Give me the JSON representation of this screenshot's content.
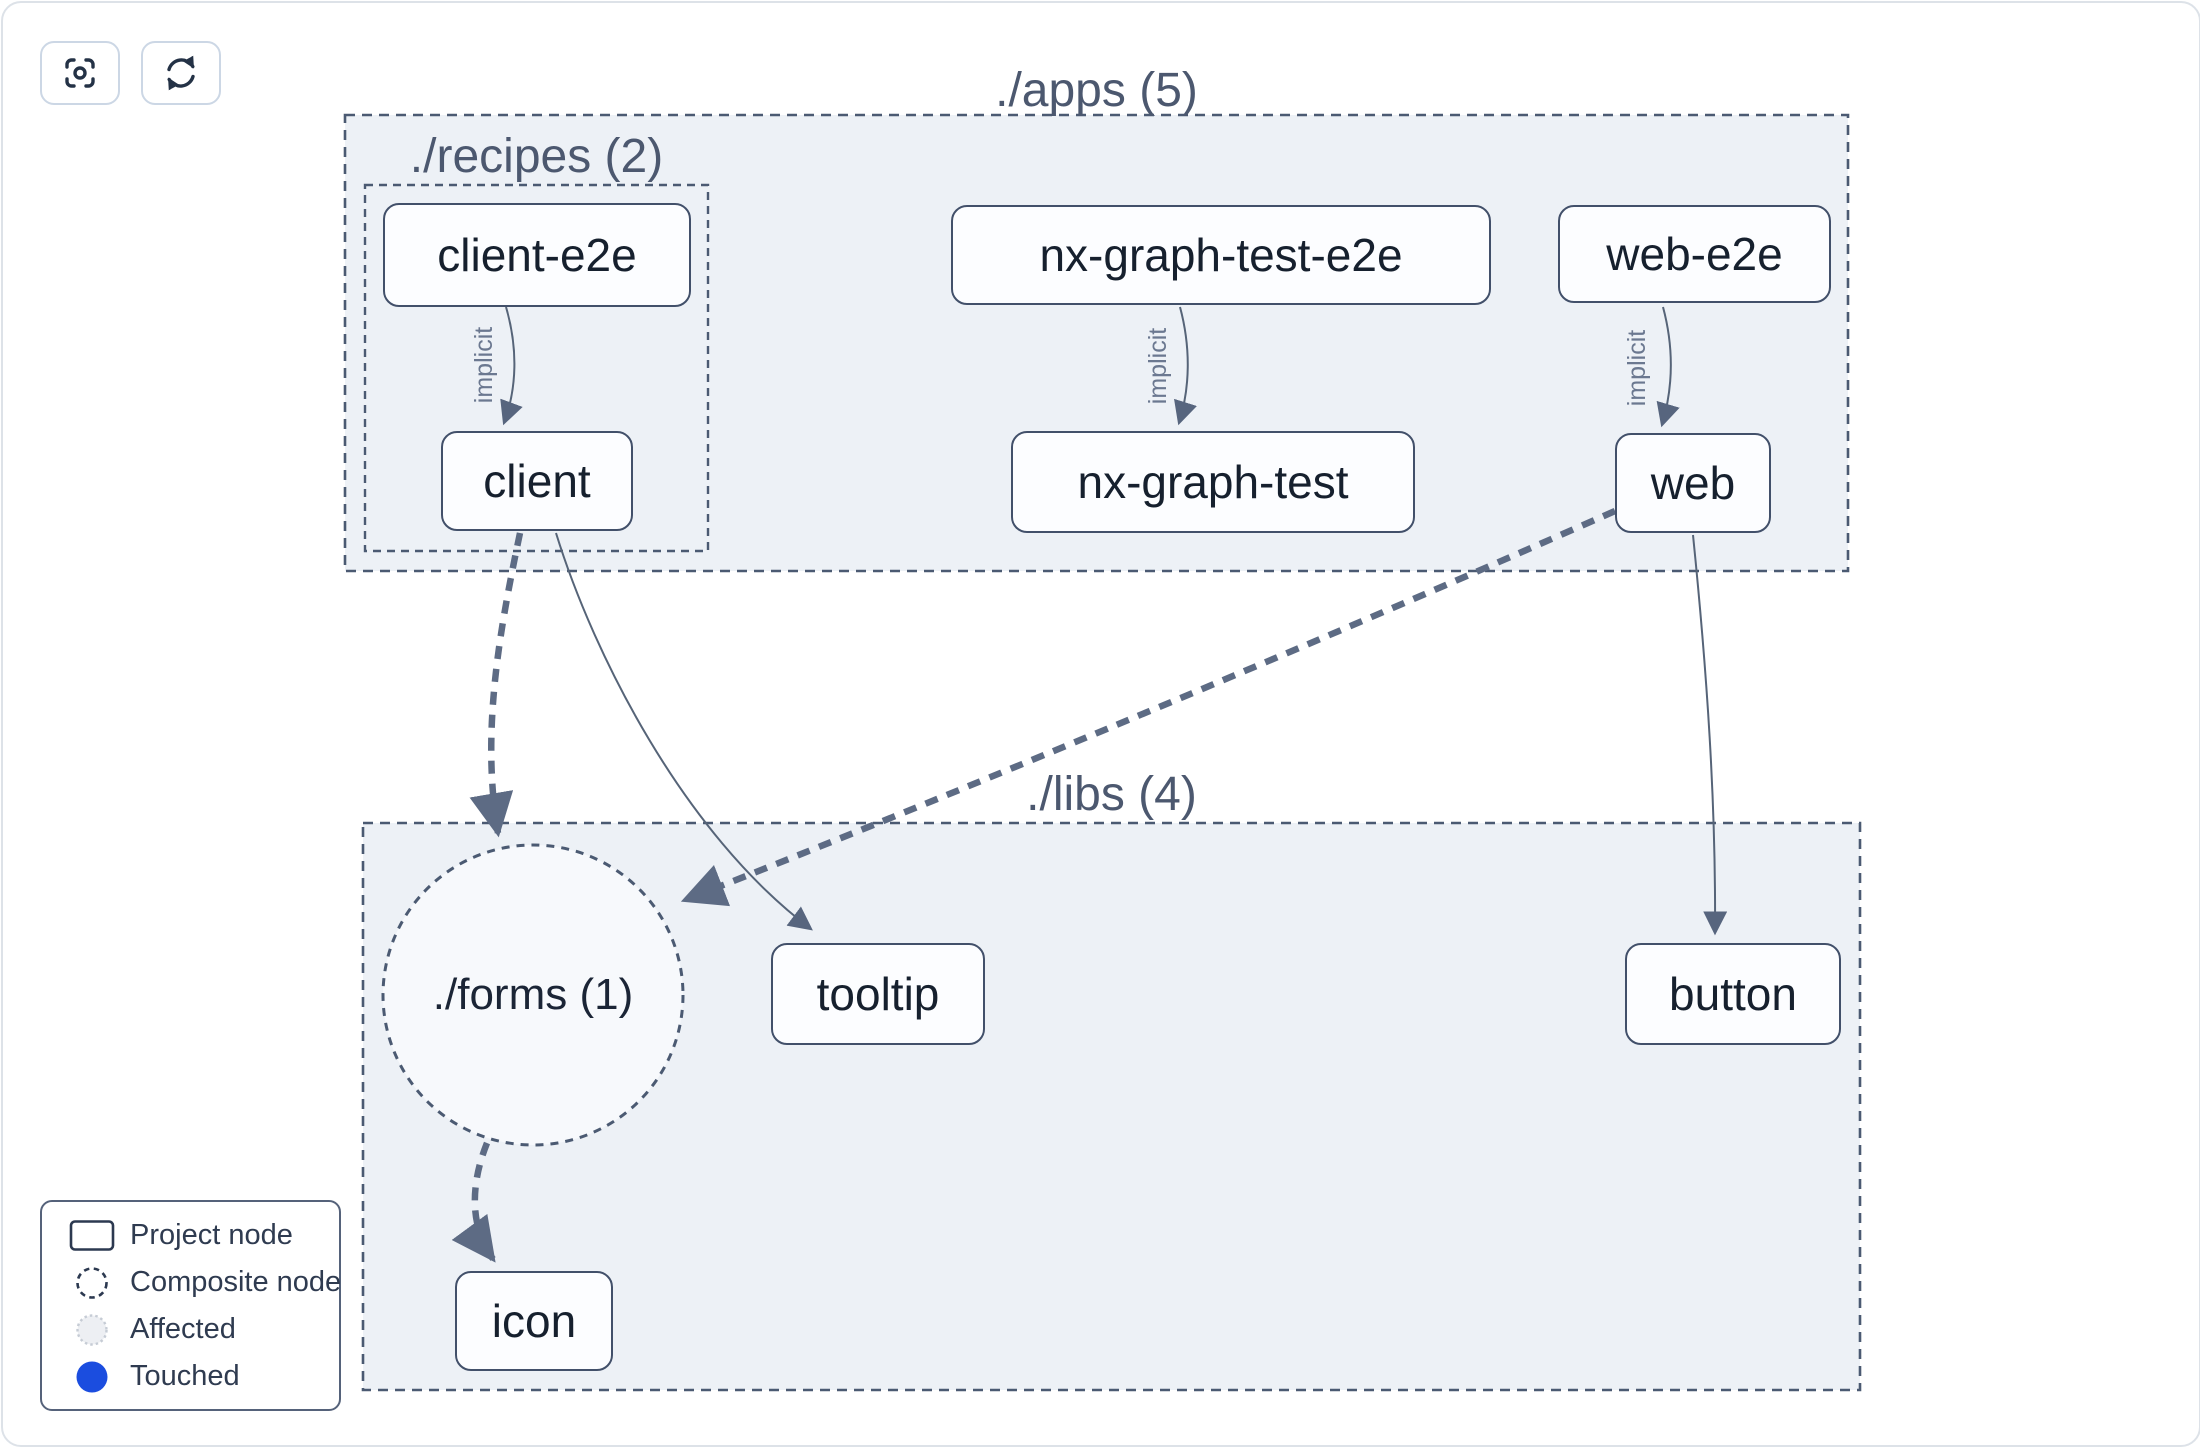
{
  "toolbar": {
    "buttons": [
      {
        "name": "focus",
        "icon": "focus-crosshair-icon"
      },
      {
        "name": "refresh",
        "icon": "refresh-icon"
      }
    ]
  },
  "graph": {
    "groups": [
      {
        "id": "apps",
        "label": "./apps (5)",
        "type": "folder"
      },
      {
        "id": "recipes",
        "label": "./recipes (2)",
        "type": "folder",
        "parent": "apps"
      },
      {
        "id": "libs",
        "label": "./libs (4)",
        "type": "folder"
      },
      {
        "id": "forms",
        "label": "./forms (1)",
        "type": "composite",
        "parent": "libs"
      }
    ],
    "nodes": [
      {
        "id": "client-e2e",
        "label": "client-e2e",
        "group": "recipes"
      },
      {
        "id": "client",
        "label": "client",
        "group": "recipes"
      },
      {
        "id": "nx-graph-test-e2e",
        "label": "nx-graph-test-e2e",
        "group": "apps"
      },
      {
        "id": "nx-graph-test",
        "label": "nx-graph-test",
        "group": "apps"
      },
      {
        "id": "web-e2e",
        "label": "web-e2e",
        "group": "apps"
      },
      {
        "id": "web",
        "label": "web",
        "group": "apps"
      },
      {
        "id": "tooltip",
        "label": "tooltip",
        "group": "libs"
      },
      {
        "id": "button",
        "label": "button",
        "group": "libs"
      },
      {
        "id": "icon",
        "label": "icon",
        "group": "libs"
      }
    ],
    "edges": [
      {
        "from": "client-e2e",
        "to": "client",
        "type": "implicit",
        "label": "implicit"
      },
      {
        "from": "nx-graph-test-e2e",
        "to": "nx-graph-test",
        "type": "implicit",
        "label": "implicit"
      },
      {
        "from": "web-e2e",
        "to": "web",
        "type": "implicit",
        "label": "implicit"
      },
      {
        "from": "client",
        "to": "./forms",
        "type": "dashed"
      },
      {
        "from": "client",
        "to": "tooltip",
        "type": "static"
      },
      {
        "from": "web",
        "to": "./forms",
        "type": "dashed"
      },
      {
        "from": "web",
        "to": "button",
        "type": "static"
      },
      {
        "from": "./forms",
        "to": "icon",
        "type": "dashed"
      }
    ]
  },
  "legend": {
    "items": [
      {
        "swatch": "project-node-swatch",
        "label": "Project node"
      },
      {
        "swatch": "composite-node-swatch",
        "label": "Composite node"
      },
      {
        "swatch": "affected-swatch",
        "label": "Affected"
      },
      {
        "swatch": "touched-swatch",
        "label": "Touched"
      }
    ]
  },
  "colors": {
    "group_fill": "#edf1f6",
    "group_stroke": "#4b5a72",
    "node_border": "#42506a",
    "edge": "#5d6b84",
    "touched_blue": "#1b4ddf",
    "affected_fill": "#edeff3"
  }
}
